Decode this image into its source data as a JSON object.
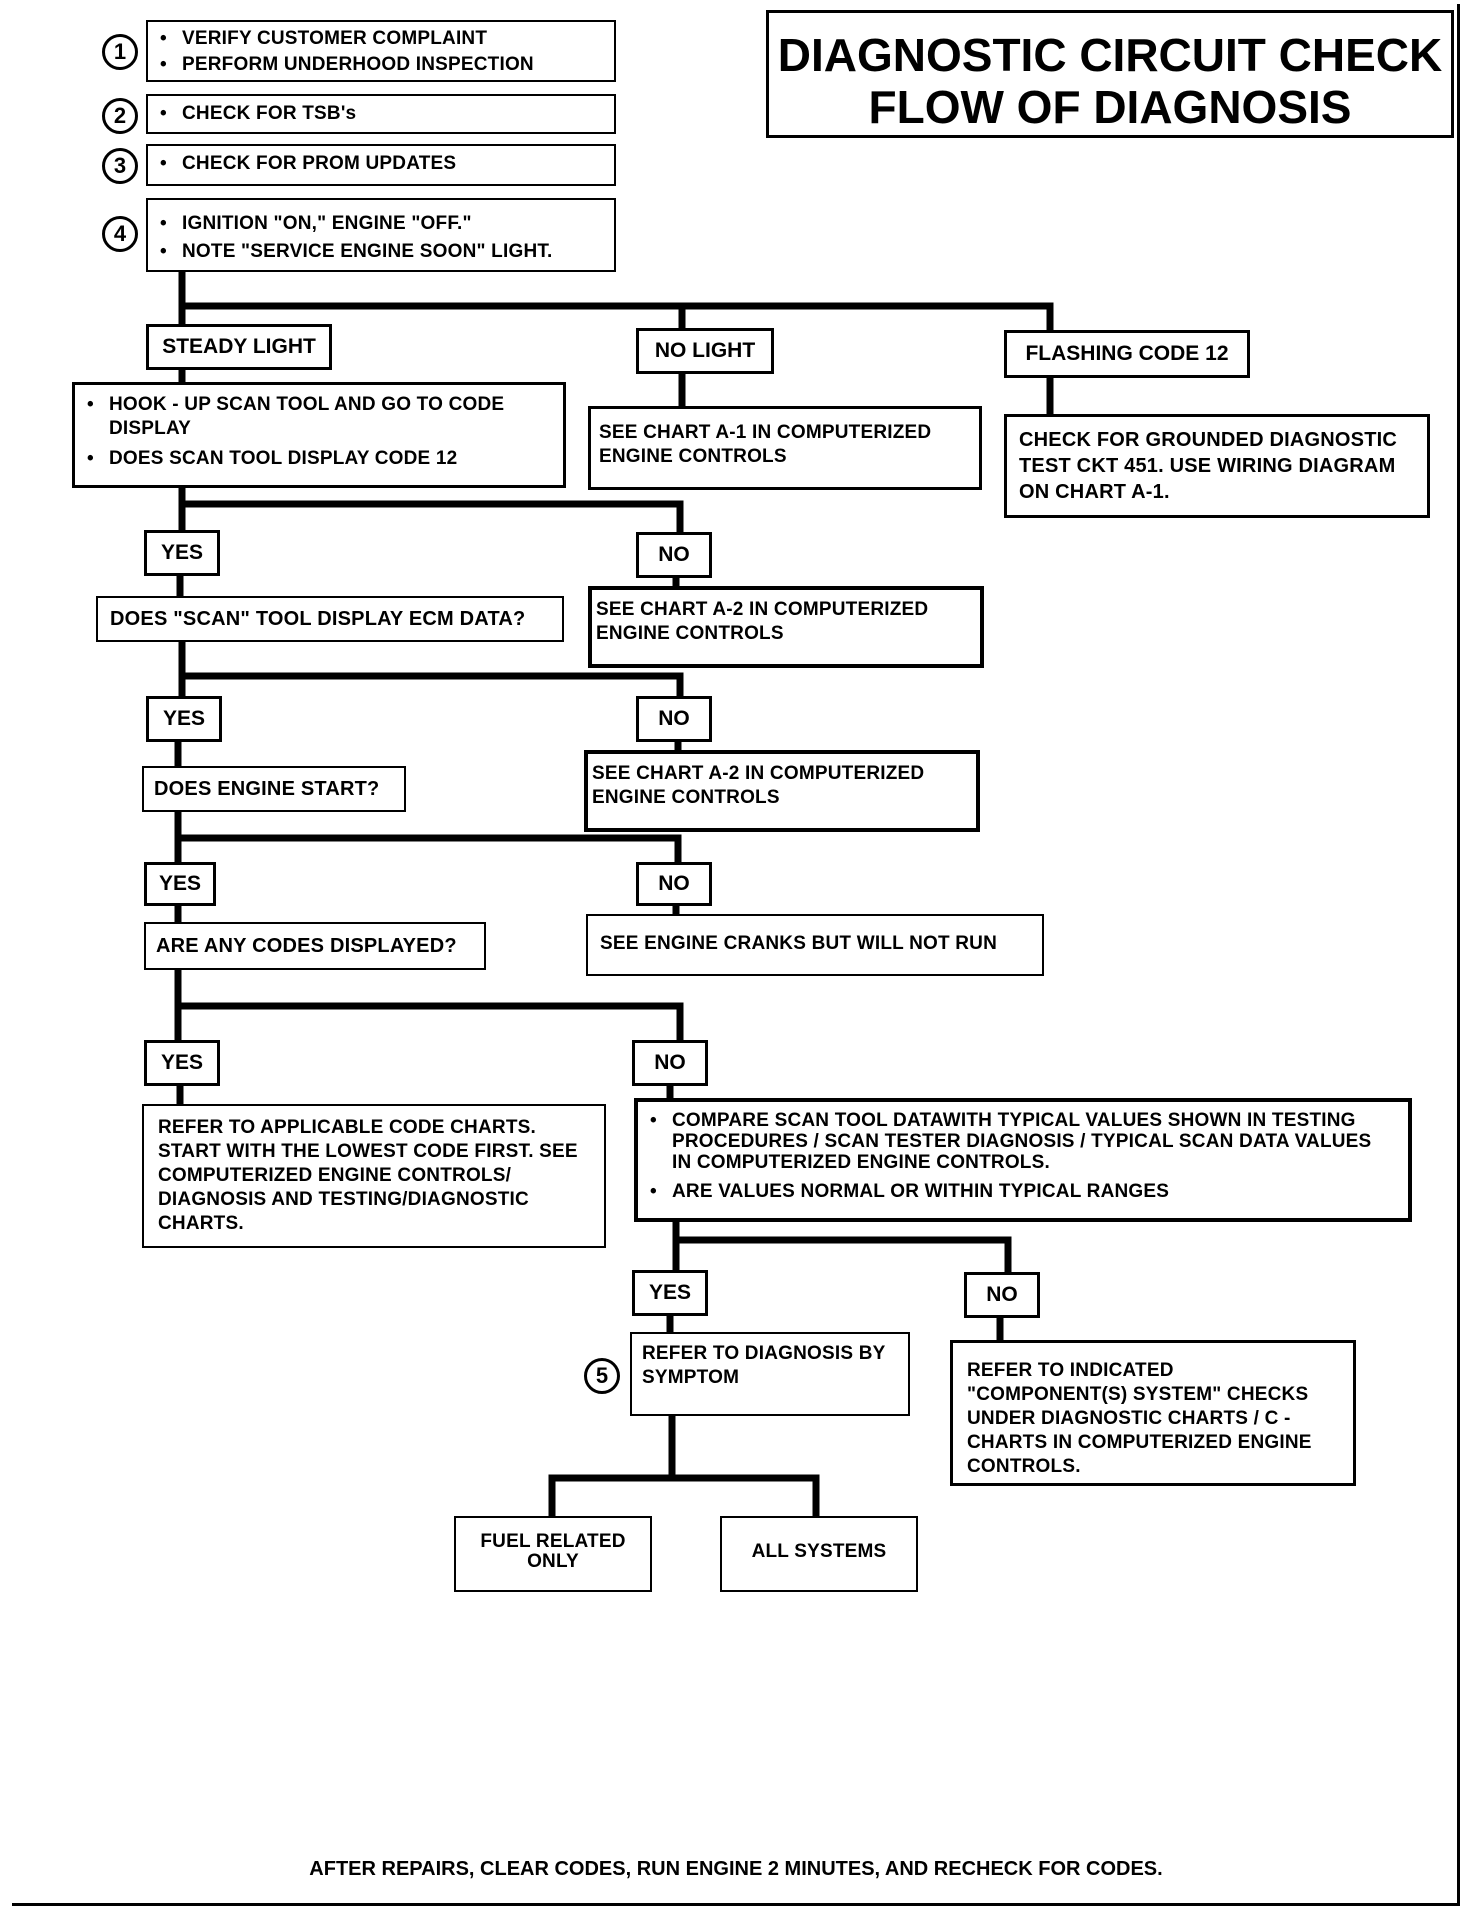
{
  "title": {
    "line1": "DIAGNOSTIC CIRCUIT CHECK",
    "line2": "FLOW OF DIAGNOSIS"
  },
  "steps": {
    "s1": {
      "num": "1",
      "b1": "VERIFY CUSTOMER COMPLAINT",
      "b2": "PERFORM UNDERHOOD INSPECTION"
    },
    "s2": {
      "num": "2",
      "b1": "CHECK FOR TSB's"
    },
    "s3": {
      "num": "3",
      "b1": "CHECK FOR PROM UPDATES"
    },
    "s4": {
      "num": "4",
      "b1": "IGNITION \"ON,\" ENGINE  \"OFF.\"",
      "b2": "NOTE \"SERVICE ENGINE SOON\" LIGHT."
    },
    "s5": {
      "num": "5"
    }
  },
  "bullet": "•",
  "labels": {
    "steady": "STEADY LIGHT",
    "nolight": "NO LIGHT",
    "flashing": "FLASHING CODE 12",
    "yes": "YES",
    "no": "NO"
  },
  "boxes": {
    "hookup_b1": "HOOK - UP SCAN TOOL AND GO TO CODE DISPLAY",
    "hookup_b2": "DOES SCAN TOOL DISPLAY CODE 12",
    "chart_a1": "SEE CHART A-1 IN COMPUTERIZED ENGINE CONTROLS",
    "grounded": "CHECK FOR GROUNDED DIAGNOSTIC TEST CKT 451.  USE WIRING DIAGRAM ON CHART A-1.",
    "ecm_q": "DOES \"SCAN\" TOOL DISPLAY ECM DATA?",
    "chart_a2_1": "SEE CHART A-2 IN COMPUTERIZED ENGINE CONTROLS",
    "start_q": "DOES ENGINE START?",
    "chart_a2_2": "SEE CHART A-2 IN COMPUTERIZED ENGINE CONTROLS",
    "codes_q": "ARE ANY CODES DISPLAYED?",
    "cranks": "SEE ENGINE CRANKS BUT WILL NOT RUN",
    "code_charts": "REFER TO APPLICABLE CODE CHARTS. START WITH THE LOWEST CODE FIRST. SEE COMPUTERIZED ENGINE CONTROLS/ DIAGNOSIS AND TESTING/DIAGNOSTIC CHARTS.",
    "compare_b1": "COMPARE SCAN TOOL DATAWITH TYPICAL VALUES SHOWN IN TESTING PROCEDURES / SCAN TESTER DIAGNOSIS / TYPICAL SCAN DATA VALUES  IN COMPUTERIZED ENGINE CONTROLS.",
    "compare_b2": "ARE VALUES NORMAL OR WITHIN TYPICAL RANGES",
    "symptom": "REFER TO DIAGNOSIS BY SYMPTOM",
    "component": "REFER TO INDICATED \"COMPONENT(S) SYSTEM\" CHECKS UNDER DIAGNOSTIC CHARTS / C - CHARTS IN COMPUTERIZED ENGINE CONTROLS.",
    "fuel": "FUEL RELATED ONLY",
    "all": "ALL SYSTEMS"
  },
  "footer": "AFTER REPAIRS, CLEAR CODES, RUN ENGINE 2 MINUTES, AND RECHECK FOR CODES."
}
